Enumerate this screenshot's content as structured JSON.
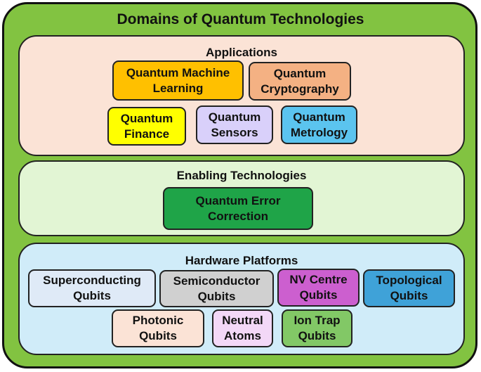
{
  "title": "Domains of Quantum Technologies",
  "sections": [
    {
      "title": "Applications",
      "color": "#fbe3d6",
      "items": [
        {
          "label": "Quantum Machine\nLearning",
          "color": "#ffc000"
        },
        {
          "label": "Quantum\nCryptography",
          "color": "#f4b183"
        },
        {
          "label": "Quantum\nFinance",
          "color": "#ffff00"
        },
        {
          "label": "Quantum\nSensors",
          "color": "#d9d0fa"
        },
        {
          "label": "Quantum\nMetrology",
          "color": "#5bc4ef"
        }
      ]
    },
    {
      "title": "Enabling Technologies",
      "color": "#e2f5d4",
      "items": [
        {
          "label": "Quantum Error\nCorrection",
          "color": "#1fa448"
        }
      ]
    },
    {
      "title": "Hardware Platforms",
      "color": "#d0ecf9",
      "items": [
        {
          "label": "Superconducting\nQubits",
          "color": "#dfeaf7"
        },
        {
          "label": "Semiconductor\nQubits",
          "color": "#d0d0d0"
        },
        {
          "label": "NV Centre\nQubits",
          "color": "#cc5fcf"
        },
        {
          "label": "Topological\nQubits",
          "color": "#3fa2d8"
        },
        {
          "label": "Photonic\nQubits",
          "color": "#fbe3d6"
        },
        {
          "label": "Neutral\nAtoms",
          "color": "#f3d8f7"
        },
        {
          "label": "Ion Trap\nQubits",
          "color": "#82c866"
        }
      ]
    }
  ]
}
